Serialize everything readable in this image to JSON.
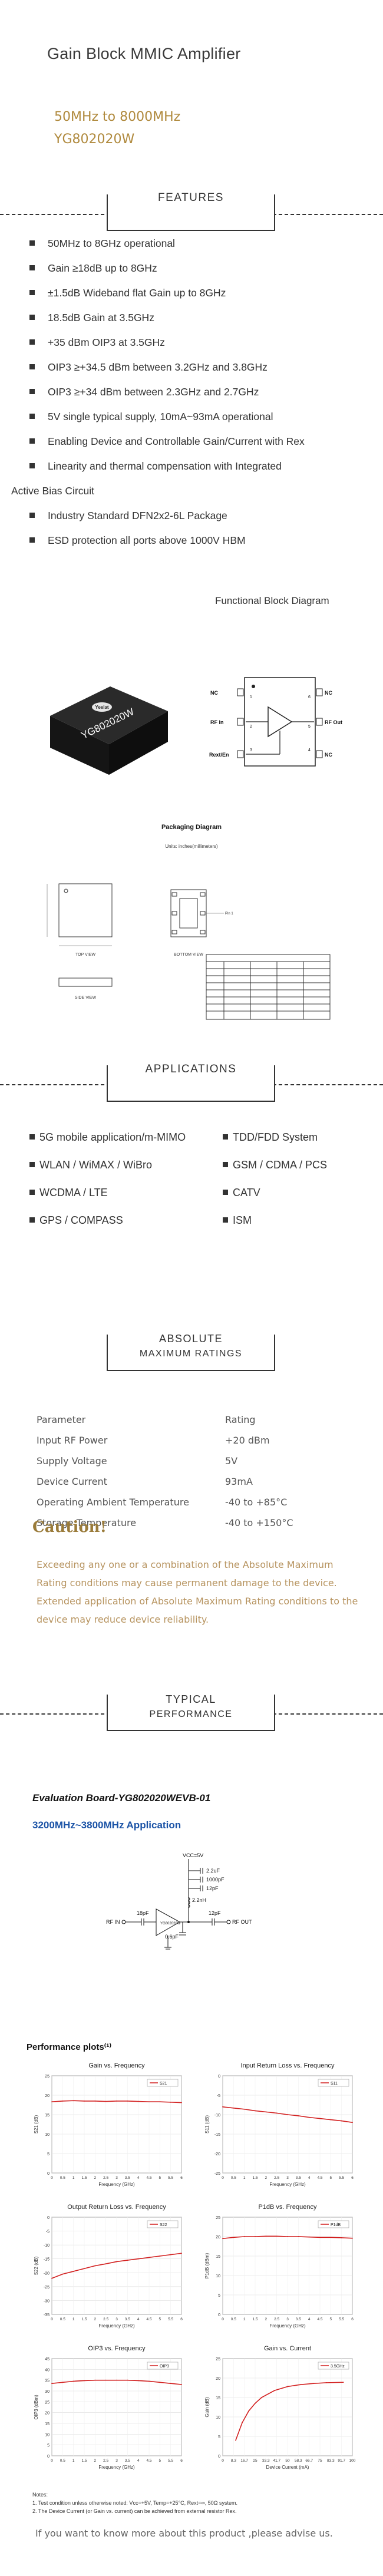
{
  "header": {
    "title": "Gain Block MMIC Amplifier",
    "freq": "50MHz to 8000MHz",
    "part": "YG802020W"
  },
  "features": {
    "heading": "FEATURES",
    "items": [
      "50MHz to 8GHz operational",
      "Gain ≥18dB up to 8GHz",
      "±1.5dB Wideband flat Gain up to 8GHz",
      "18.5dB Gain at 3.5GHz",
      "+35 dBm OIP3 at 3.5GHz",
      "OIP3 ≥+34.5 dBm between 3.2GHz and 3.8GHz",
      "OIP3 ≥+34 dBm between 2.3GHz and 2.7GHz",
      "5V single typical supply, 10mA~93mA operational",
      "Enabling Device and Controllable Gain/Current with Rex",
      "Linearity and thermal compensation with Integrated",
      "Active Bias Circuit",
      "Industry Standard DFN2x2-6L Package",
      "ESD protection all ports above 1000V HBM"
    ]
  },
  "block_diagram": {
    "title": "Functional Block Diagram",
    "chip_brand": "Yeelat",
    "chip_label": "YG802020W",
    "pins_left": [
      "NC",
      "RF In",
      "Rext/En"
    ],
    "pins_right": [
      "NC",
      "RF Out",
      "NC"
    ]
  },
  "packaging": {
    "title": "Packaging Diagram",
    "units": "Units: inches(millimeters)",
    "views": [
      "TOP VIEW",
      "BOTTOM VIEW",
      "SIDE VIEW"
    ]
  },
  "applications": {
    "heading": "APPLICATIONS",
    "left": [
      "5G mobile application/m-MIMO",
      "WLAN / WiMAX / WiBro",
      "WCDMA / LTE",
      "GPS / COMPASS"
    ],
    "right": [
      "TDD/FDD System",
      "GSM / CDMA / PCS",
      "CATV",
      "ISM"
    ]
  },
  "ratings": {
    "heading_line1": "ABSOLUTE",
    "heading_line2": "MAXIMUM RATINGS",
    "rows": [
      {
        "param": "Parameter",
        "value": "Rating"
      },
      {
        "param": "Input RF Power",
        "value": "+20 dBm"
      },
      {
        "param": "Supply Voltage",
        "value": "5V"
      },
      {
        "param": "Device Current",
        "value": "93mA"
      },
      {
        "param": "Operating Ambient Temperature",
        "value": "-40 to +85°C"
      },
      {
        "param": "Storage Temperature",
        "value": "-40 to +150°C"
      }
    ]
  },
  "caution": {
    "title": "Caution!",
    "text": "Exceeding any one or a combination of the Absolute Maximum Rating conditions may cause permanent damage to the device. Extended application of Absolute Maximum Rating conditions to the device may reduce device reliability."
  },
  "typical": {
    "heading_line1": "TYPICAL",
    "heading_line2": "PERFORMANCE"
  },
  "evaluation": {
    "board": "Evaluation Board-YG802020WEVB-01",
    "range": "3200MHz~3800MHz Application",
    "vcc": "VCC=5V",
    "caps": [
      "2.2uF",
      "1000pF",
      "12pF"
    ],
    "inductor": "2.2nH",
    "cin": "18pF",
    "cout": "12pF",
    "cshunt": "0.6pF",
    "rf_in": "RF IN",
    "rf_out": "RF OUT",
    "chip": "YG802020W"
  },
  "performance": {
    "heading": "Performance plots⁽¹⁾",
    "notes": [
      "Notes:",
      "1. Test condition unless otherwise noted: Vcc=+5V, Temp=+25°C, Rext=∞, 50Ω system.",
      "2. The Device Current (or Gain vs. current) can be achieved from external resistor Rex."
    ]
  },
  "chart_data": [
    {
      "type": "line",
      "title": "Gain vs. Frequency",
      "xlabel": "Frequency (GHz)",
      "ylabel": "S21 (dB)",
      "x": [
        0.0,
        0.5,
        1.0,
        1.5,
        2.0,
        2.5,
        3.0,
        3.5,
        4.0,
        4.5,
        5.0,
        5.5,
        6.0
      ],
      "xlim": [
        0,
        6
      ],
      "ylim": [
        0,
        25
      ],
      "yticks": [
        0,
        5,
        10,
        15,
        20,
        25
      ],
      "series": [
        {
          "name": "S21",
          "values": [
            18.3,
            18.5,
            18.6,
            18.5,
            18.5,
            18.4,
            18.5,
            18.5,
            18.4,
            18.3,
            18.3,
            18.2,
            18.1
          ]
        }
      ]
    },
    {
      "type": "line",
      "title": "Input Return Loss vs. Frequency",
      "xlabel": "Frequency (GHz)",
      "ylabel": "S11 (dB)",
      "x": [
        0.0,
        0.5,
        1.0,
        1.5,
        2.0,
        2.5,
        3.0,
        3.5,
        4.0,
        4.5,
        5.0,
        5.5,
        6.0
      ],
      "xlim": [
        0,
        6
      ],
      "ylim": [
        -25,
        0
      ],
      "yticks": [
        -25,
        -20,
        -15,
        -10,
        -5,
        0
      ],
      "series": [
        {
          "name": "S11",
          "values": [
            -8.0,
            -8.3,
            -8.6,
            -9.0,
            -9.3,
            -9.6,
            -10.0,
            -10.3,
            -10.7,
            -11.0,
            -11.3,
            -11.6,
            -12.0
          ]
        }
      ]
    },
    {
      "type": "line",
      "title": "Output Return Loss vs. Frequency",
      "xlabel": "Frequency (GHz)",
      "ylabel": "S22 (dB)",
      "x": [
        0.0,
        0.5,
        1.0,
        1.5,
        2.0,
        2.5,
        3.0,
        3.5,
        4.0,
        4.5,
        5.0,
        5.5,
        6.0
      ],
      "xlim": [
        0,
        6
      ],
      "ylim": [
        -35,
        0
      ],
      "yticks": [
        -35,
        -30,
        -25,
        -20,
        -15,
        -10,
        -5,
        0
      ],
      "series": [
        {
          "name": "S22",
          "values": [
            -22.0,
            -20.5,
            -19.5,
            -18.5,
            -17.5,
            -16.8,
            -16.0,
            -15.5,
            -15.0,
            -14.5,
            -14.0,
            -13.5,
            -13.0
          ]
        }
      ]
    },
    {
      "type": "line",
      "title": "P1dB vs. Frequency",
      "xlabel": "Frequency (GHz)",
      "ylabel": "P1dB (dBm)",
      "x": [
        0.0,
        0.5,
        1.0,
        1.5,
        2.0,
        2.5,
        3.0,
        3.5,
        4.0,
        4.5,
        5.0,
        5.5,
        6.0
      ],
      "xlim": [
        0,
        6
      ],
      "ylim": [
        0,
        25
      ],
      "yticks": [
        0,
        5,
        10,
        15,
        20,
        25
      ],
      "series": [
        {
          "name": "P1dB",
          "values": [
            19.5,
            19.8,
            20.0,
            20.0,
            20.1,
            20.1,
            20.0,
            20.0,
            19.9,
            19.8,
            19.8,
            19.7,
            19.6
          ]
        }
      ]
    },
    {
      "type": "line",
      "title": "OIP3 vs. Frequency",
      "xlabel": "Frequency (GHz)",
      "ylabel": "OIP3 (dBm)",
      "x": [
        0.0,
        0.5,
        1.0,
        1.5,
        2.0,
        2.5,
        3.0,
        3.5,
        4.0,
        4.5,
        5.0,
        5.5,
        6.0
      ],
      "xlim": [
        0,
        6
      ],
      "ylim": [
        0,
        45
      ],
      "yticks": [
        0,
        5,
        10,
        15,
        20,
        25,
        30,
        35,
        40,
        45
      ],
      "series": [
        {
          "name": "OIP3",
          "values": [
            33.5,
            34.0,
            34.5,
            34.8,
            35.0,
            35.0,
            35.0,
            35.0,
            34.8,
            34.5,
            34.0,
            33.5,
            33.0
          ]
        }
      ]
    },
    {
      "type": "line",
      "title": "Gain vs. Current",
      "xlabel": "Device Current (mA)",
      "ylabel": "Gain (dB)",
      "x": [
        10,
        15,
        20,
        25,
        30,
        40,
        50,
        60,
        70,
        80,
        93
      ],
      "xlim": [
        0,
        100
      ],
      "ylim": [
        0,
        25
      ],
      "yticks": [
        0,
        5,
        10,
        15,
        20,
        25
      ],
      "series": [
        {
          "name": "3.5GHz",
          "values": [
            4.0,
            8.5,
            11.5,
            13.5,
            15.0,
            16.8,
            17.8,
            18.3,
            18.6,
            18.8,
            18.9
          ]
        }
      ]
    }
  ],
  "footer": {
    "text": "If you want to know more about this product ,please advise us."
  }
}
